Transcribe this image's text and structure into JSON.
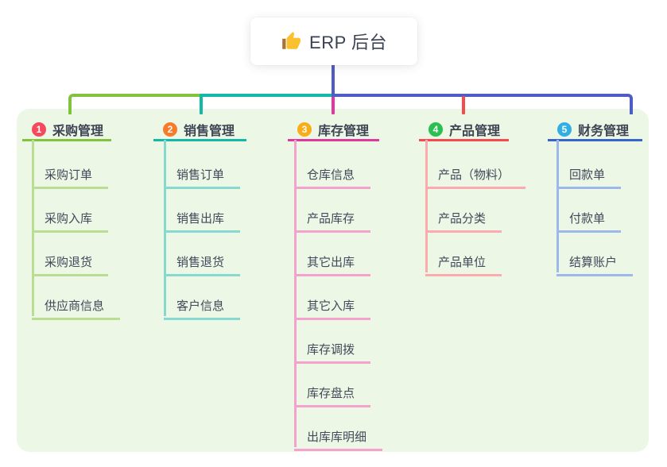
{
  "root": {
    "icon": "thumbs-up-icon",
    "title": "ERP 后台"
  },
  "colors": {
    "panel_bg": "#ecf7e5",
    "root_stem": "#4f5cc8",
    "spine_left_green": "#82c33d",
    "spine_mid_teal": "#13b8a6",
    "spine_right_indigo": "#4f5cc8",
    "drop_magenta": "#e0399e",
    "drop_red": "#f54a4e",
    "thumb_yellow": "#fbc02d",
    "thumb_cuff": "#a9742f"
  },
  "branches": [
    {
      "index": "1",
      "label": "采购管理",
      "badge_color": "#f5495e",
      "accent": "#82c33d",
      "light": "#b9de92",
      "children": [
        "采购订单",
        "采购入库",
        "采购退货",
        "供应商信息"
      ]
    },
    {
      "index": "2",
      "label": "销售管理",
      "badge_color": "#f87b2c",
      "accent": "#13b8a6",
      "light": "#86d9cf",
      "children": [
        "销售订单",
        "销售出库",
        "销售退货",
        "客户信息"
      ]
    },
    {
      "index": "3",
      "label": "库存管理",
      "badge_color": "#fbac19",
      "accent": "#e0399e",
      "light": "#f3a2cd",
      "children": [
        "仓库信息",
        "产品库存",
        "其它出库",
        "其它入库",
        "库存调拨",
        "库存盘点",
        "出库库明细"
      ]
    },
    {
      "index": "4",
      "label": "产品管理",
      "badge_color": "#2abf50",
      "accent": "#f54a4e",
      "light": "#fbabad",
      "children": [
        "产品（物料）",
        "产品分类",
        "产品单位"
      ]
    },
    {
      "index": "5",
      "label": "财务管理",
      "badge_color": "#31afe4",
      "accent": "#3765cf",
      "light": "#9db8ea",
      "children": [
        "回款单",
        "付款单",
        "结算账户"
      ]
    }
  ]
}
